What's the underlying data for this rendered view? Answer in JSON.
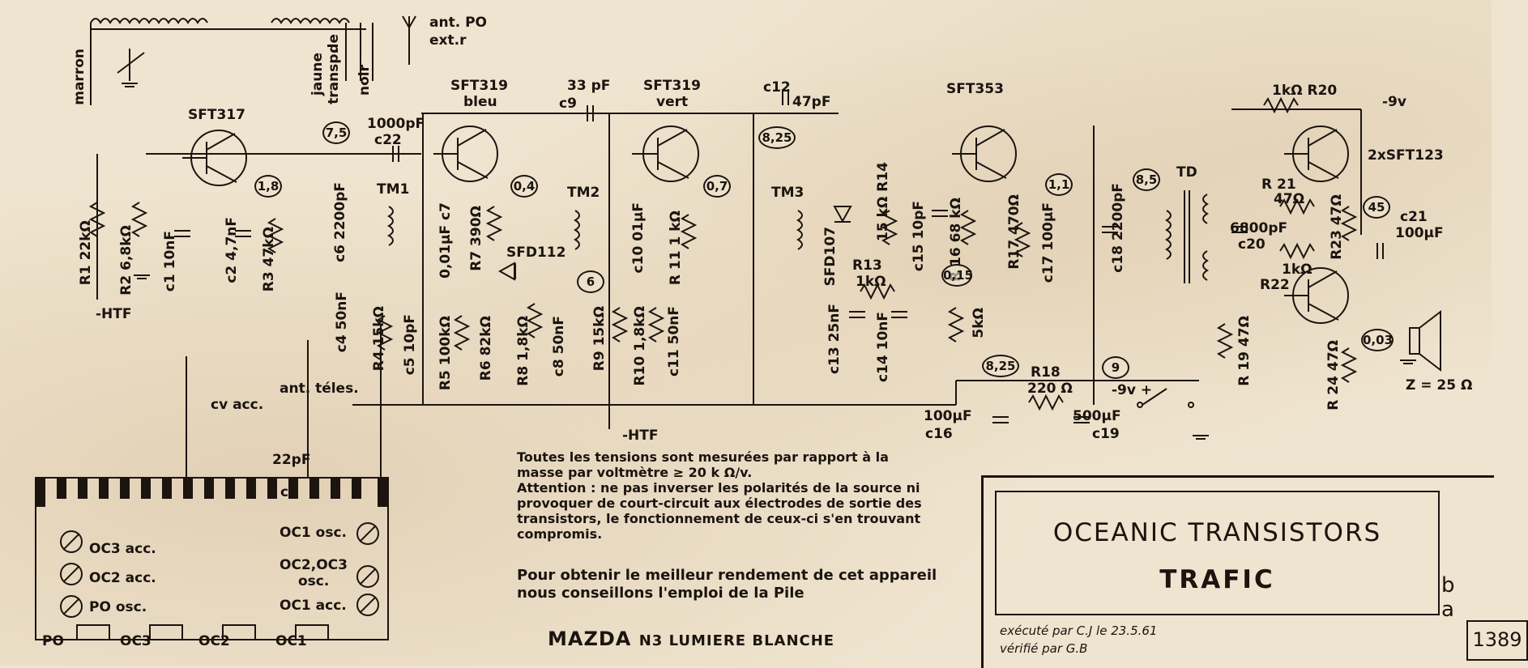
{
  "antenna_po": "ant. PO",
  "antenna_po_ext": "ext.r",
  "antenna_teles": "ant. téles.",
  "wire_marron": "marron",
  "wire_jaune": "jaune",
  "wire_transp": "transp.",
  "wire_de": "de",
  "wire_noir": "noir",
  "transistors": {
    "t1": "SFT317",
    "t2": "SFT319",
    "t2_color": "bleu",
    "t3": "SFT319",
    "t3_color": "vert",
    "t4": "SFT353",
    "t5": "2xSFT123"
  },
  "diodes": {
    "d1": "SFD112",
    "d2": "SFD107"
  },
  "transformers": {
    "tm1": "TM1",
    "tm2": "TM2",
    "tm3": "TM3",
    "td": "TD"
  },
  "components": {
    "r1": "R1  22kΩ",
    "r2": "R2  6,8kΩ",
    "c1": "c1  10nF",
    "c2": "c2  4,7nF",
    "r3": "R3  47kΩ",
    "c22": "c22",
    "c22v": "1000pF",
    "c6": "c6  2200pF",
    "c7": "0,01µF c7",
    "r7": "R7 390Ω",
    "c9": "c9",
    "c9v": "33 pF",
    "c10": "c10 01µF",
    "r11": "R 11  1 kΩ",
    "c12": "c12",
    "c12v": "47pF",
    "r14": "15 kΩ R14",
    "c15": "c15 10pF",
    "r16": "R 16  68 kΩ",
    "r17": "R17 470Ω",
    "c17": "c17 100µF",
    "c18": "c18  2200pF",
    "r4": "R4  15kΩ",
    "c4": "c4  50nF",
    "c5": "c5  10pF",
    "r5": "R5  100kΩ",
    "r6": "R6 82kΩ",
    "r8": "R8  1,8kΩ",
    "c8": "c8 50nF",
    "r9": "R9  15kΩ",
    "r10": "R10 1,8kΩ",
    "c11": "c11 50nF",
    "c13": "c13 25nF",
    "r13": "R13",
    "r13v": "1kΩ",
    "c14": "c14 10nF",
    "pot": "5kΩ",
    "r18": "R18",
    "r18v": "220 Ω",
    "c16": "c16",
    "c16v": "100µF",
    "c19": "c19",
    "c19v": "500µF",
    "r20": "1kΩ R20",
    "r21": "R 21",
    "r21v": "47Ω",
    "r23": "R23 47Ω",
    "c20": "c20",
    "c20v": "6800pF",
    "c21": "c21",
    "c21v": "100µF",
    "r22": "R22",
    "r22v": "1kΩ",
    "r19": "R 19  47Ω",
    "r24": "R 24  47Ω",
    "c3": "c3",
    "c3v": "22pF",
    "cvacc": "cv acc.",
    "z": "Z = 25 Ω"
  },
  "voltages": {
    "v1": "7,5",
    "v2": "1,8",
    "v3": "0,4",
    "v4": "6",
    "v5": "0,7",
    "v6": "8,25",
    "v7": "1,1",
    "v8": "8,5",
    "v9": "0,15",
    "v10": "8,25",
    "v11": "9",
    "v12": "45",
    "v13": "0,03"
  },
  "volt_unit": "v",
  "supply_neg": "-9v",
  "battery": "-9v +",
  "htf1": "-HTF",
  "htf2": "-HTF",
  "switch_labels": {
    "left": [
      "OC3  acc.",
      "OC2  acc.",
      "PO   osc."
    ],
    "right": [
      "OC1  osc.",
      "OC2,OC3",
      "osc.",
      "OC1  acc."
    ]
  },
  "bands": [
    "PO",
    "OC3",
    "OC2",
    "OC1"
  ],
  "notes": {
    "line1": "Toutes les tensions sont mesurées par rapport à la masse par voltmètre ≥ 20 k Ω/v.",
    "attention_label": "Attention",
    "attention_text": " : ne pas inverser les polarités de la source ni provoquer de court-circuit aux électrodes de sortie des transistors, le fonctionnement de ceux-ci s'en trouvant compromis.",
    "advice": "Pour obtenir le meilleur rendement de cet appareil nous conseillons l'emploi de la Pile",
    "mazda": "MAZDA",
    "mazda_model": "N3 LUMIERE BLANCHE"
  },
  "title_block": {
    "brand": "OCEANIC  TRANSISTORS",
    "model": "TRAFIC",
    "executed": "exécuté    par C.J     le  23.5.61",
    "verified": "vérifié      par G.B",
    "rev_b": "b",
    "rev_a": "a",
    "drawing_no": "1389"
  }
}
